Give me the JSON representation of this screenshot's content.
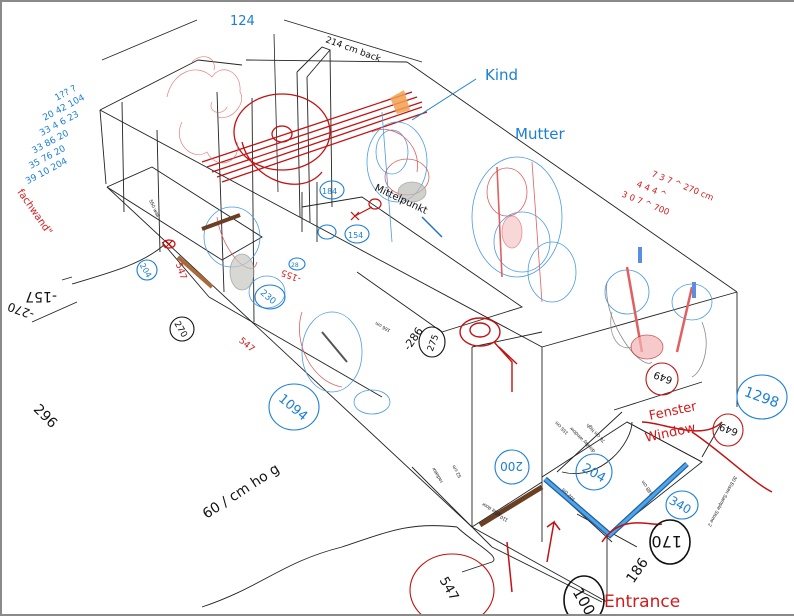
{
  "diagram": {
    "type": "isometric annotated floor plan sketch",
    "top_annotations": {
      "top_width_label": "124",
      "wall_label": "214 cm back"
    },
    "side_list_blue": [
      "1?? ?",
      "20 42 104",
      "33 4 6 23",
      "33 86 20",
      "35 76 20",
      "39 10 204"
    ],
    "side_list_red_note": "fachwand\"",
    "labels_blue": {
      "kind": "Kind",
      "mutter": "Mutter"
    },
    "red_list_right": [
      "7 3 7 ^ 270 cm",
      "4 4 4 ^",
      "3 0 7 ^ 700"
    ],
    "circled_numbers_blue": [
      "204",
      "184",
      "154",
      "1094",
      "200",
      "204",
      "340",
      "1298",
      "230",
      "28"
    ],
    "circled_numbers_black": [
      "270",
      "275",
      "170",
      "100",
      "649"
    ],
    "circled_numbers_red": [
      "649",
      "547"
    ],
    "loose_numbers_black": [
      "-157",
      "-270",
      "296",
      "-286",
      "186"
    ],
    "loose_numbers_red": [
      "547",
      "-155",
      "547"
    ],
    "handwritten_black": {
      "mittelpunkt": "Mittelpunkt",
      "bottom_note": "60 / cm ho g"
    },
    "handwritten_red": {
      "fenster": "Fenster",
      "window": "Window",
      "entrance": "Entrance"
    },
    "printed_labels": {
      "front_door": "front door",
      "door_width": "110 cm",
      "radiator": "radiator",
      "side_width": "52 cm",
      "display_window": "display window",
      "window_height": "76 cm high",
      "window_depth": "102 cm",
      "window_width": "188 cm",
      "top_dim": "155 cm",
      "mid_dim": "166 cm",
      "stone": "30 Eisen Sample Stone 2",
      "small_wall_label": "550 wall"
    },
    "colors": {
      "outline": "#222222",
      "blue_annotation": "#1a7fd6",
      "red_annotation": "#d21a1a",
      "door_brown": "#6b3f22",
      "window_blue": "#3a8fd8",
      "orange_accent": "#f0a050",
      "gray_figure": "#b5b5b0"
    }
  }
}
